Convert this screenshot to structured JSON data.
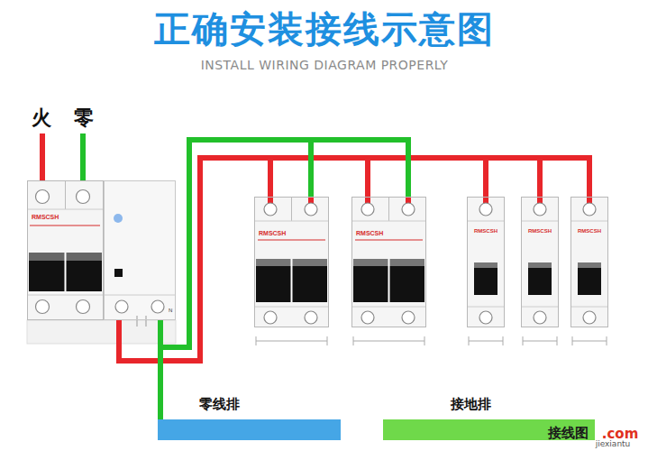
{
  "diagram": {
    "title": "正确安装接线示意图",
    "nodes": [
      {
        "text": [
          "RMSCSH"
        ]
      },
      {
        "text": [
          "N"
        ]
      },
      {
        "text": [
          "RMSCSH"
        ]
      },
      {
        "text": [
          "RMSCSH"
        ]
      },
      {
        "text": [
          "RMSCSH"
        ]
      },
      {
        "text": [
          "RMSCSH"
        ]
      },
      {
        "text": [
          "RMSCSH"
        ]
      },
      {
        "text": [
          "零线排"
        ]
      },
      {
        "text": [
          "接地排"
        ]
      }
    ],
    "edges": [
      {
        "from": 1,
        "to": 2,
        "arrow": "none"
      },
      {
        "from": 1,
        "to": 3,
        "arrow": "none"
      },
      {
        "from": 1,
        "to": 4,
        "arrow": "none"
      },
      {
        "from": 1,
        "to": 5,
        "arrow": "none"
      },
      {
        "from": 1,
        "to": 6,
        "arrow": "none"
      },
      {
        "from": 1,
        "to": 2,
        "arrow": "none"
      },
      {
        "from": 1,
        "to": 3,
        "arrow": "none"
      },
      {
        "from": 1,
        "to": 7,
        "arrow": "none"
      }
    ],
    "labels": [
      "INSTALL WIRING DIAGRAM PROPERLY",
      "火",
      "零",
      "接线图",
      ".com",
      "jiexiantu"
    ]
  }
}
